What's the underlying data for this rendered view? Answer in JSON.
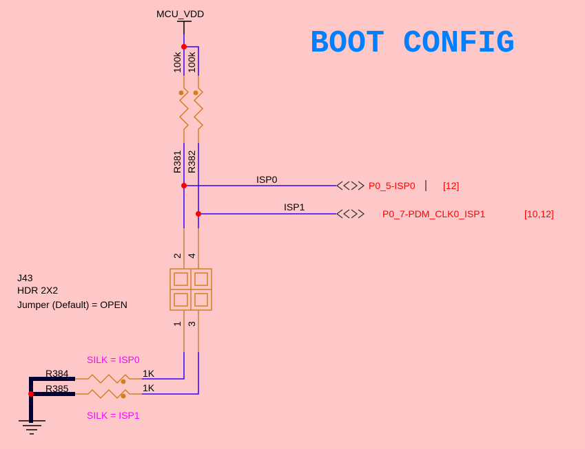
{
  "title": "BOOT CONFIG",
  "power": {
    "net": "MCU_VDD"
  },
  "pullups": [
    {
      "ref": "R381",
      "value": "100k"
    },
    {
      "ref": "R382",
      "value": "100k"
    }
  ],
  "nets": [
    {
      "name": "ISP0",
      "offpage_label": "P0_5-ISP0",
      "sheet_refs": "[12]"
    },
    {
      "name": "ISP1",
      "offpage_label": "P0_7-PDM_CLK0_ISP1",
      "sheet_refs": "[10,12]"
    }
  ],
  "header": {
    "ref": "J43",
    "type": "HDR 2X2",
    "note": "Jumper (Default) = OPEN",
    "pins": [
      "1",
      "2",
      "3",
      "4"
    ]
  },
  "series_resistors": [
    {
      "ref": "R384",
      "value": "1K",
      "silk": "SILK = ISP0"
    },
    {
      "ref": "R385",
      "value": "1K",
      "silk": "SILK = ISP1"
    }
  ],
  "colors": {
    "background": "#ffc8c8",
    "wire": "#3300ff",
    "component": "#d08020",
    "junction": "#ff0000",
    "title": "#0080ff",
    "offpage_text": "#ff0000",
    "silk_text": "#ff00ff"
  }
}
